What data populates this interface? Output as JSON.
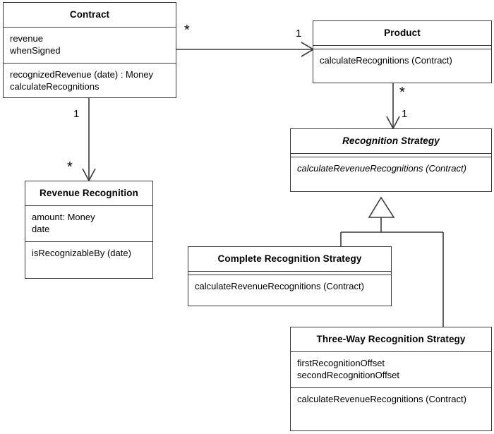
{
  "diagram": {
    "kind": "uml-class-diagram",
    "title": "",
    "stroke_color": "#3a3a3a",
    "background_color": "#ffffff"
  },
  "classes": [
    {
      "id": "contract",
      "name": "Contract",
      "abstract": false,
      "attributes": [
        "revenue",
        "whenSigned"
      ],
      "operations": [
        "recognizedRevenue (date) : Money",
        "calculateRecognitions"
      ]
    },
    {
      "id": "product",
      "name": "Product",
      "abstract": false,
      "attributes": [],
      "operations": [
        "calculateRecognitions (Contract)"
      ]
    },
    {
      "id": "revenue-recognition",
      "name": "Revenue Recognition",
      "abstract": false,
      "attributes": [
        "amount: Money",
        "date"
      ],
      "operations": [
        "isRecognizableBy (date)"
      ]
    },
    {
      "id": "recognition-strategy",
      "name": "Recognition Strategy",
      "abstract": true,
      "attributes": [],
      "operations": [
        "calculateRevenueRecognitions (Contract)"
      ],
      "operations_abstract": true
    },
    {
      "id": "complete-recognition-strategy",
      "name": "Complete Recognition Strategy",
      "abstract": false,
      "attributes": [],
      "operations": [
        "calculateRevenueRecognitions (Contract)"
      ]
    },
    {
      "id": "three-way-recognition-strategy",
      "name": "Three-Way Recognition Strategy",
      "abstract": false,
      "attributes": [
        "firstRecognitionOffset",
        "secondRecognitionOffset"
      ],
      "operations": [
        "calculateRevenueRecognitions (Contract)"
      ]
    }
  ],
  "associations": [
    {
      "id": "contract-product",
      "from": "contract",
      "to": "product",
      "from_multiplicity": "*",
      "to_multiplicity": "1",
      "arrow": "open"
    },
    {
      "id": "contract-revenue-recognition",
      "from": "contract",
      "to": "revenue-recognition",
      "from_multiplicity": "1",
      "to_multiplicity": "*",
      "arrow": "open"
    },
    {
      "id": "product-recognition-strategy",
      "from": "product",
      "to": "recognition-strategy",
      "from_multiplicity": "*",
      "to_multiplicity": "1",
      "arrow": "open"
    }
  ],
  "generalizations": [
    {
      "id": "complete-generalization",
      "parent": "recognition-strategy",
      "child": "complete-recognition-strategy"
    },
    {
      "id": "three-way-generalization",
      "parent": "recognition-strategy",
      "child": "three-way-recognition-strategy"
    }
  ]
}
